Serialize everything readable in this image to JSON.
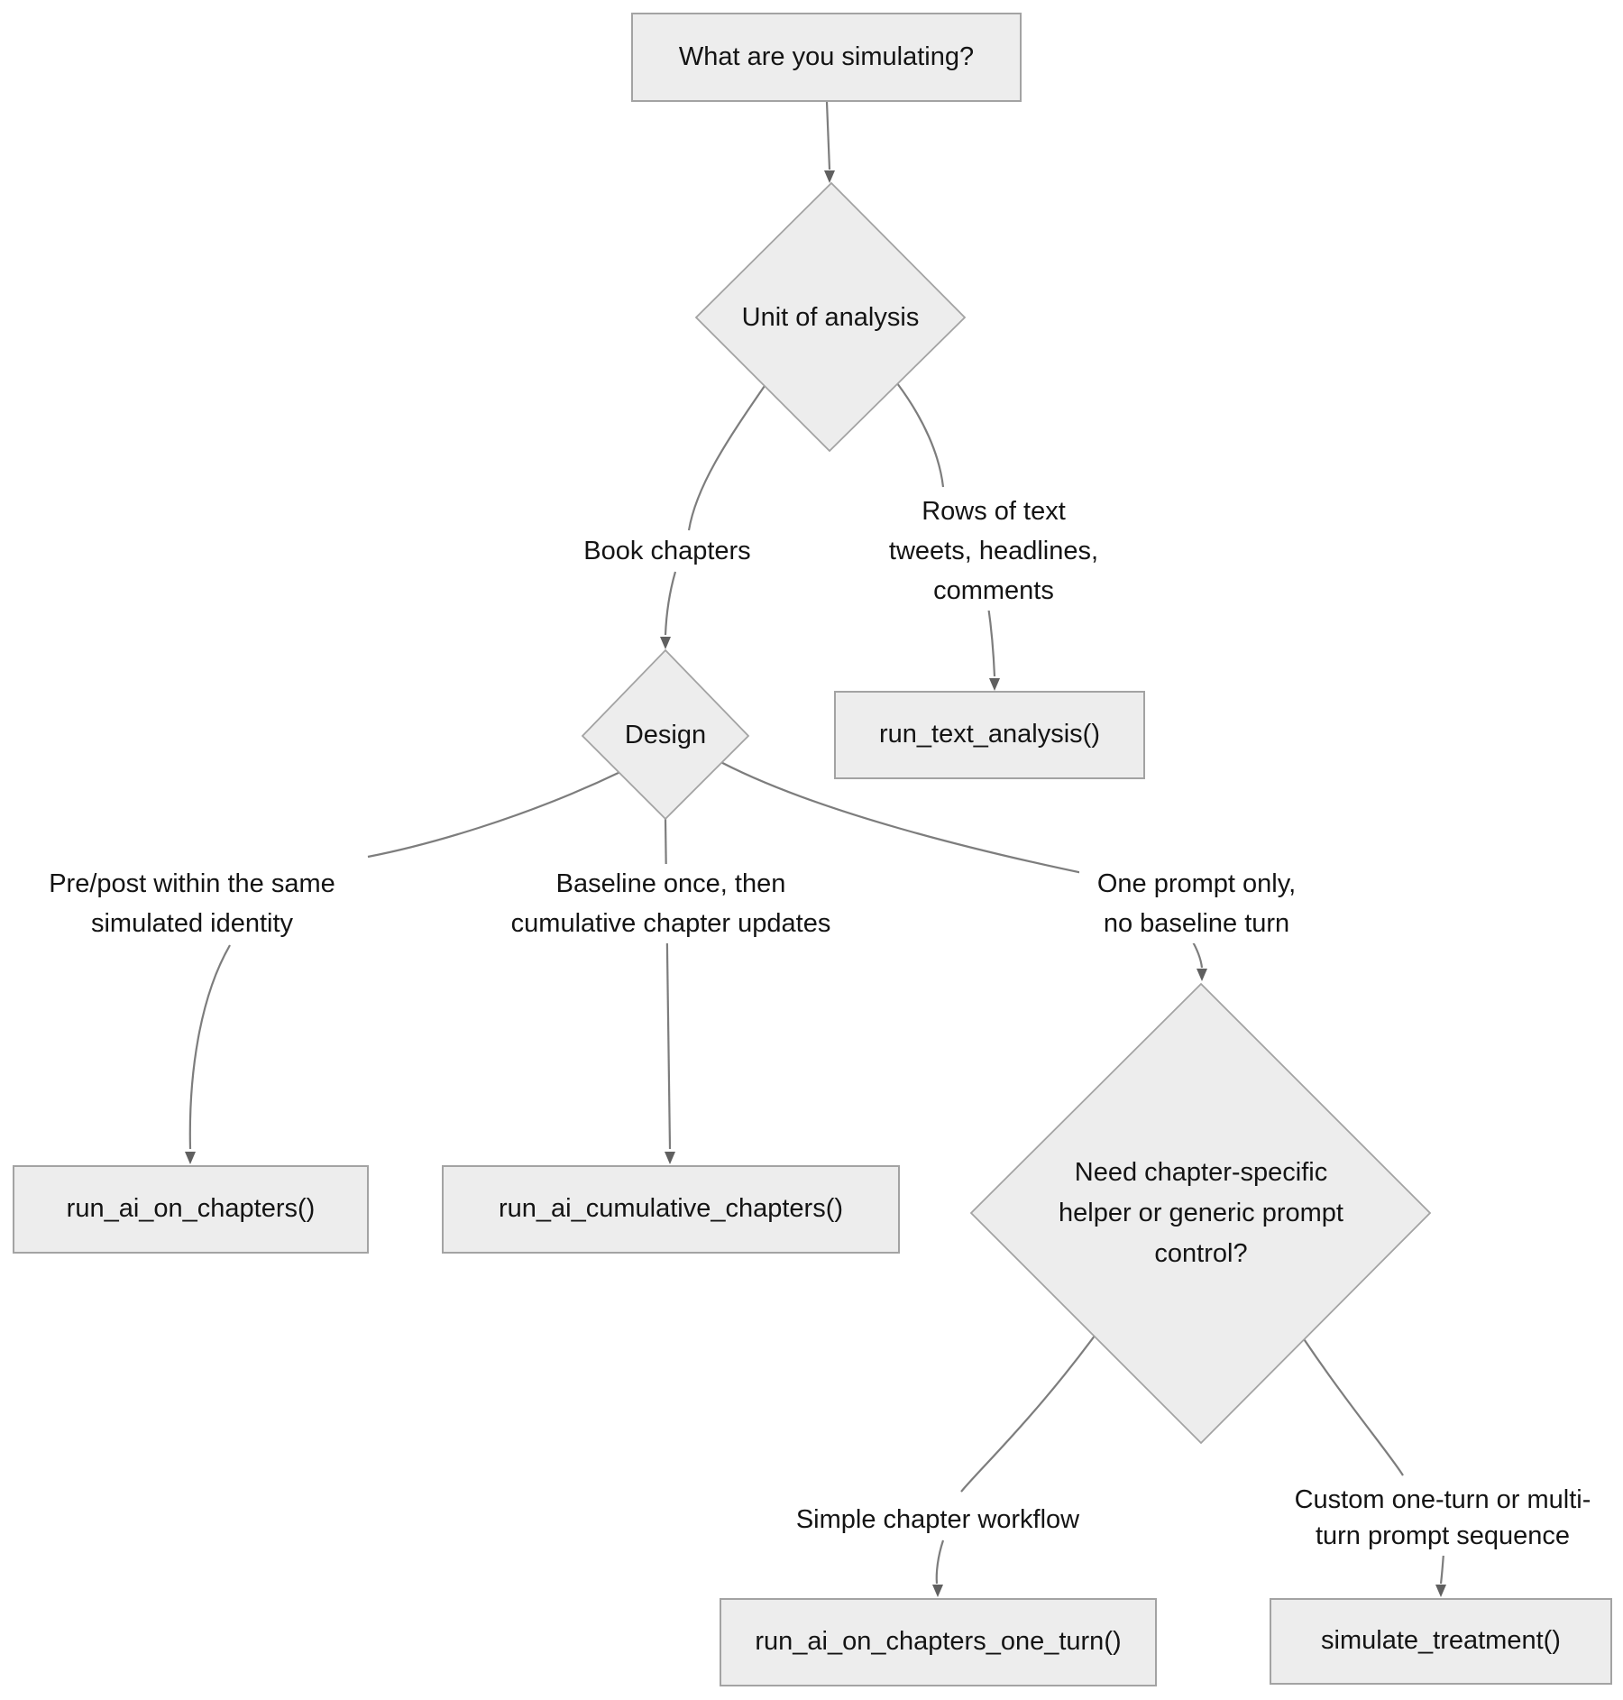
{
  "diagram": {
    "nodes": {
      "start": {
        "label": "What are you simulating?"
      },
      "unit": {
        "label": "Unit of analysis"
      },
      "design": {
        "label": "Design"
      },
      "run_text_analysis": {
        "label": "run_text_analysis()"
      },
      "need_helper": {
        "lines": [
          "Need chapter-specific",
          "helper or generic prompt",
          "control?"
        ]
      },
      "run_ai_on_chapters": {
        "label": "run_ai_on_chapters()"
      },
      "run_ai_cumulative_chapters": {
        "label": "run_ai_cumulative_chapters()"
      },
      "run_ai_on_chapters_one_turn": {
        "label": "run_ai_on_chapters_one_turn()"
      },
      "simulate_treatment": {
        "label": "simulate_treatment()"
      }
    },
    "edge_labels": {
      "book_chapters": {
        "lines": [
          "Book chapters"
        ]
      },
      "rows_of_text": {
        "lines": [
          "Rows of text",
          "tweets, headlines,",
          "comments"
        ]
      },
      "pre_post": {
        "lines": [
          "Pre/post within the same",
          "simulated identity"
        ]
      },
      "baseline_once": {
        "lines": [
          "Baseline once, then",
          "cumulative chapter updates"
        ]
      },
      "one_prompt": {
        "lines": [
          "One prompt only,",
          "no baseline turn"
        ]
      },
      "simple_workflow": {
        "lines": [
          "Simple chapter workflow"
        ]
      },
      "custom_one_turn": {
        "lines": [
          "Custom one-turn or multi-",
          "turn prompt sequence"
        ]
      }
    },
    "colors": {
      "node_fill": "#ededed",
      "node_border": "#a3a3a3",
      "edge": "#7d7d7d",
      "arrowhead": "#606060",
      "text": "#141414",
      "background": "#ffffff"
    }
  }
}
